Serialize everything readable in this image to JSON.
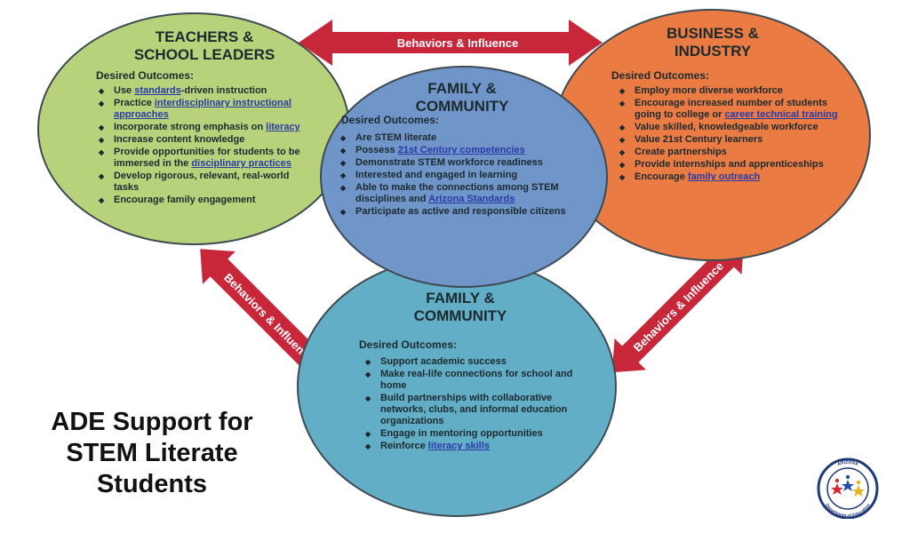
{
  "arrows": {
    "top_label": "Behaviors & Influence",
    "left_label": "Behaviors & Influence",
    "right_label": "Behaviors & Influence"
  },
  "teachers": {
    "title_line1": "TEACHERS &",
    "title_line2": "SCHOOL LEADERS",
    "outcomes_heading": "Desired Outcomes:",
    "items": [
      {
        "pre": "Use ",
        "link": "standards",
        "post": "-driven instruction"
      },
      {
        "pre": "Practice ",
        "link": "interdisciplinary instructional approaches",
        "post": ""
      },
      {
        "pre": "Incorporate strong emphasis on ",
        "link": "literacy",
        "post": ""
      },
      {
        "pre": "Increase content knowledge",
        "link": "",
        "post": ""
      },
      {
        "pre": "Provide opportunities for students to be immersed in the ",
        "link": "disciplinary practices",
        "post": ""
      },
      {
        "pre": "Develop rigorous, relevant, real-world tasks",
        "link": "",
        "post": ""
      },
      {
        "pre": "Encourage family engagement",
        "link": "",
        "post": ""
      }
    ]
  },
  "business": {
    "title_line1": "BUSINESS &",
    "title_line2": "INDUSTRY",
    "outcomes_heading": "Desired Outcomes:",
    "items": [
      {
        "pre": "Employ more diverse workforce",
        "link": "",
        "post": ""
      },
      {
        "pre": "Encourage increased number of students going to college or ",
        "link": "career technical training",
        "post": ""
      },
      {
        "pre": "Value skilled, knowledgeable workforce",
        "link": "",
        "post": ""
      },
      {
        "pre": "Value 21st Century learners",
        "link": "",
        "post": ""
      },
      {
        "pre": "Create partnerships",
        "link": "",
        "post": ""
      },
      {
        "pre": "Provide internships and apprenticeships",
        "link": "",
        "post": ""
      },
      {
        "pre": "Encourage ",
        "link": "family outreach",
        "post": ""
      }
    ]
  },
  "student": {
    "title_line1": "FAMILY &",
    "title_line2": "COMMUNITY",
    "outcomes_heading": "Desired Outcomes:",
    "items": [
      {
        "pre": "Are STEM literate",
        "link": "",
        "post": ""
      },
      {
        "pre": "Possess ",
        "link": "21st Century competencies",
        "post": ""
      },
      {
        "pre": "Demonstrate STEM workforce readiness",
        "link": "",
        "post": ""
      },
      {
        "pre": "Interested and engaged in learning",
        "link": "",
        "post": ""
      },
      {
        "pre": "Able to make the connections among STEM disciplines and ",
        "link": "Arizona Standards",
        "post": ""
      },
      {
        "pre": "Participate as active and responsible citizens",
        "link": "",
        "post": ""
      }
    ]
  },
  "family": {
    "title_line1": "FAMILY &",
    "title_line2": "COMMUNITY",
    "outcomes_heading": "Desired Outcomes:",
    "items": [
      {
        "pre": "Support academic success",
        "link": "",
        "post": ""
      },
      {
        "pre": "Make real-life connections  for school and home",
        "link": "",
        "post": ""
      },
      {
        "pre": "Build partnerships with collaborative networks, clubs, and informal education organizations",
        "link": "",
        "post": ""
      },
      {
        "pre": "Engage in mentoring opportunities",
        "link": "",
        "post": ""
      },
      {
        "pre": "Reinforce ",
        "link": "literacy skills",
        "post": ""
      }
    ]
  },
  "ade": {
    "line1": "ADE Support for",
    "line2": "STEM Literate",
    "line3": "Students"
  },
  "logo": {
    "ring_top_text": "ARIZONA",
    "ring_bottom_text": "Department of Education"
  },
  "colors": {
    "teachers": "#b7d27a",
    "business": "#e97b43",
    "student": "#6f95c9",
    "family": "#62aec6",
    "arrow": "#c8273a",
    "link": "#2a3aa8"
  }
}
